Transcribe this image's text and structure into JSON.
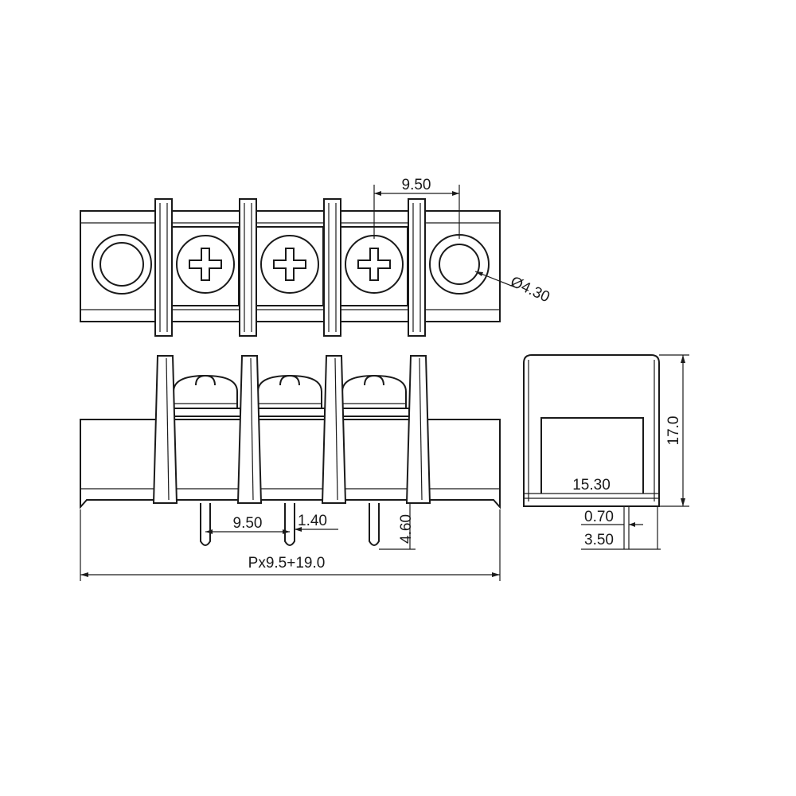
{
  "dimensions": {
    "top_pitch": "9.50",
    "hole_diameter": "Ø4.30",
    "bottom_pitch": "9.50",
    "pin_width": "1.40",
    "pin_length": "4.60",
    "total_length": "Px9.5+19.0",
    "height": "17.0",
    "depth": "15.30",
    "pin_offset": "0.70",
    "pin_protrusion": "3.50"
  }
}
